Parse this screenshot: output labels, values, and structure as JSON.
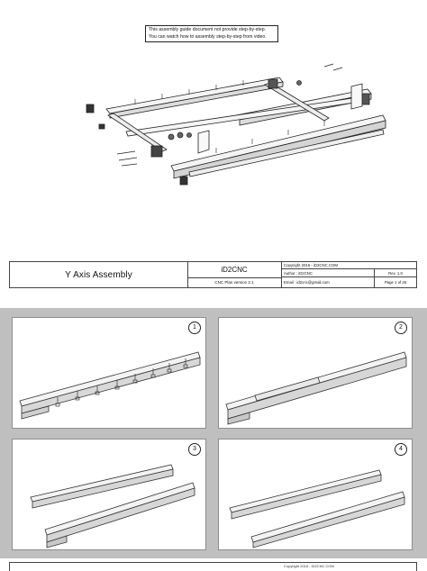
{
  "note": {
    "line1": "This assembly guide document not provide step-by-step.",
    "line2": "You can watch how to assembly step-by-step from video."
  },
  "title_block": {
    "title": "Y Axis Assembly",
    "company": "iD2CNC",
    "version": "CNC Plan version 2.1",
    "copyright": "Copyright 2016 - iD2CNC.COM",
    "author": "Author : iD2CNC",
    "revision": "Rev. 1.0",
    "email": "Email : id2cnc@gmail.com",
    "page": "Page 1 of 26"
  },
  "bottom_block": {
    "copyright": "Copyright 2016 - iD2CNC.COM"
  },
  "steps": [
    {
      "number": "1"
    },
    {
      "number": "2"
    },
    {
      "number": "3"
    },
    {
      "number": "4"
    }
  ],
  "colors": {
    "grid_background": "#bfbfbf",
    "line": "#222222"
  }
}
